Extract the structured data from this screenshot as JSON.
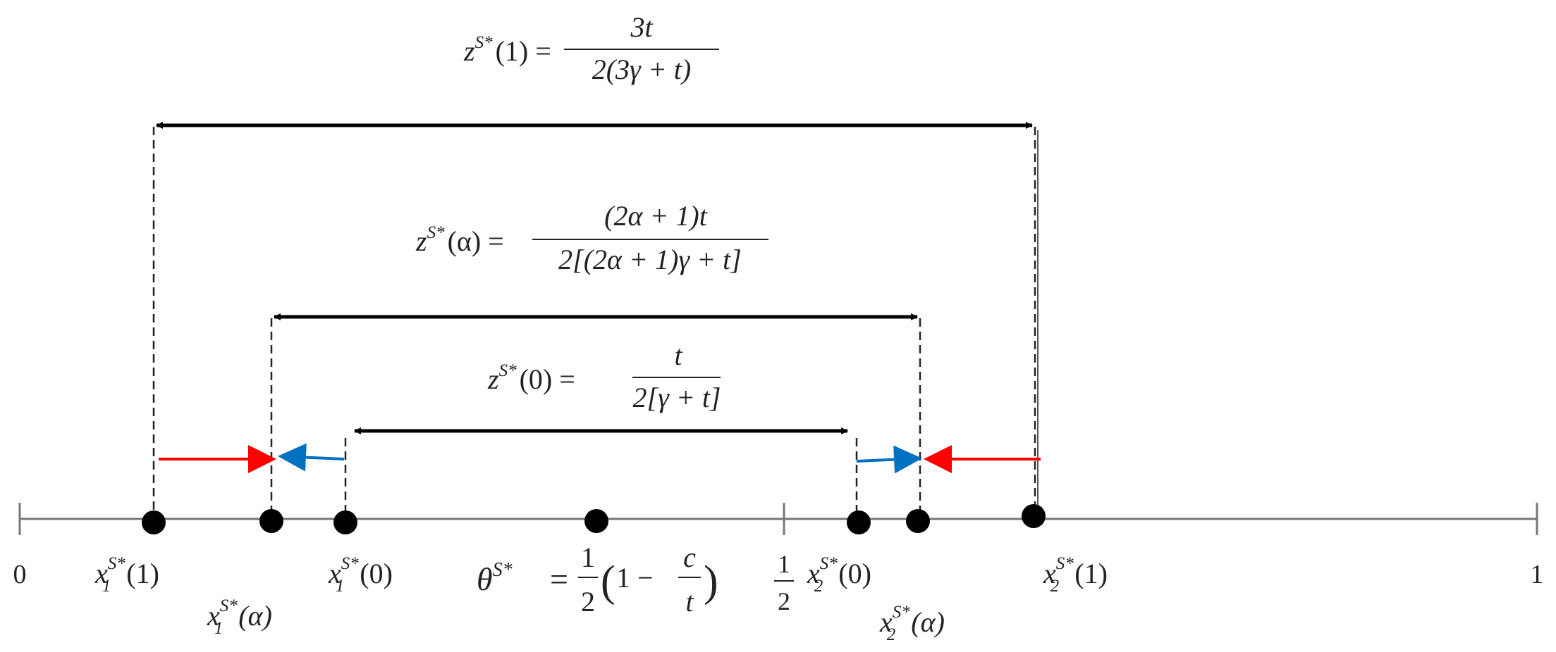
{
  "axis": {
    "label_0": "0",
    "label_1": "1",
    "half_num": "1",
    "half_den": "2"
  },
  "formulas": {
    "z1": {
      "lhs": "z",
      "lhs_sup": "S*",
      "lhs_arg": "(1) =",
      "num": "3t",
      "den": "2(3γ + t)"
    },
    "za": {
      "lhs": "z",
      "lhs_sup": "S*",
      "lhs_arg": "(α) =",
      "num": "(2α + 1)t",
      "den": "2[(2α + 1)γ + t]"
    },
    "z0": {
      "lhs": "z",
      "lhs_sup": "S*",
      "lhs_arg": "(0) =",
      "num": "t",
      "den": "2[γ + t]"
    }
  },
  "point_labels": {
    "x1_1": {
      "base": "x",
      "sub": "1",
      "sup": "S*",
      "arg": "(1)"
    },
    "x1_a": {
      "base": "x",
      "sub": "1",
      "sup": "S*",
      "arg": "(α)"
    },
    "x1_0": {
      "base": "x",
      "sub": "1",
      "sup": "S*",
      "arg": "(0)"
    },
    "x2_0": {
      "base": "x",
      "sub": "2",
      "sup": "S*",
      "arg": "(0)"
    },
    "x2_a": {
      "base": "x",
      "sub": "2",
      "sup": "S*",
      "arg": "(α)"
    },
    "x2_1": {
      "base": "x",
      "sub": "2",
      "sup": "S*",
      "arg": "(1)"
    }
  },
  "theta": {
    "base": "θ",
    "sup": "S*",
    "eq": "=",
    "frac_num": "1",
    "frac_den": "2",
    "paren_open": "(",
    "one_minus": "1 −",
    "c": "c",
    "t": "t",
    "paren_close": ")"
  },
  "colors": {
    "axis": "#777777",
    "black": "#000000",
    "red": "#ff0000",
    "blue": "#0070c0"
  }
}
